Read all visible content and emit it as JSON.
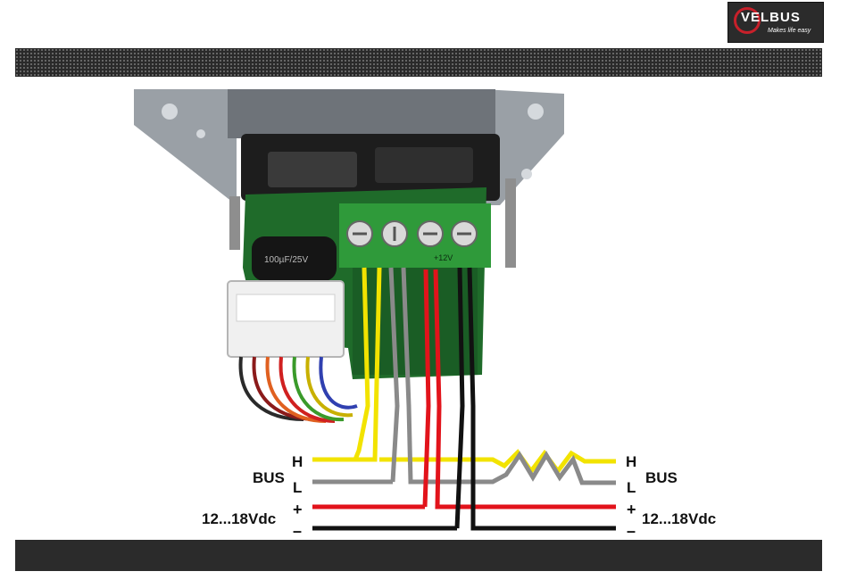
{
  "logo": {
    "name": "VELBUS",
    "tagline": "Makes life easy"
  },
  "labels": {
    "left_bus": "BUS",
    "left_power": "12...18Vdc",
    "right_bus": "BUS",
    "right_power": "12...18Vdc",
    "h": "H",
    "l": "L",
    "plus": "+",
    "minus": "–"
  },
  "board": {
    "terminal_label": "+12V",
    "component_marking": "100µF/25V"
  },
  "colors": {
    "h_wire": "#f2e300",
    "l_wire": "#8a8a8a",
    "plus_wire": "#e2131b",
    "minus_wire": "#111111",
    "board": "#1f6b2a",
    "terminal": "#2f9a3a"
  }
}
